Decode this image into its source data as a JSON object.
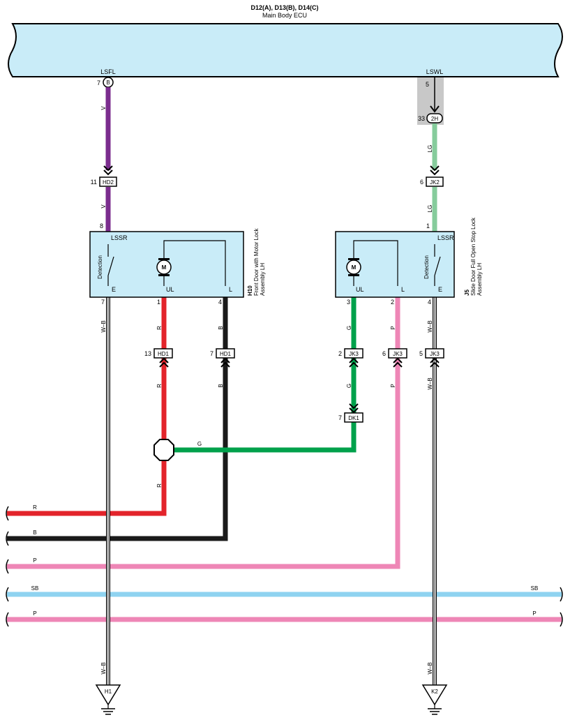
{
  "ecu": {
    "connectors": "D12(A), D13(B), D14(C)",
    "name": "Main Body ECU",
    "pin_left_label": "LSFL",
    "pin_left_num": "7",
    "pin_left_conn": "B",
    "pin_right_label": "LSWL",
    "pin_right_num": "5",
    "pin_right_jc_num": "33",
    "pin_right_jc": "2H",
    "background_color": "#c9ecf8"
  },
  "front_door": {
    "code": "H10",
    "name_line1": "Front Door with Motor Lock",
    "name_line2": "Assembly LH",
    "top_pin": "8",
    "top_pin_label": "LSSR",
    "switch_label": "Detection",
    "motor_label": "M",
    "term_e": "E",
    "term_ul": "UL",
    "term_l": "L",
    "pin_e": "7",
    "pin_ul": "1",
    "pin_l": "4"
  },
  "slide_door": {
    "code": "J5",
    "name_line1": "Slide Door Full Open Stop Lock",
    "name_line2": "Assembly LH",
    "top_pin": "1",
    "top_pin_label": "LSSR",
    "switch_label": "Detection",
    "motor_label": "M",
    "term_ul": "UL",
    "term_l": "L",
    "term_e": "E",
    "pin_ul": "3",
    "pin_l": "2",
    "pin_e": "4"
  },
  "connectors": {
    "hd2_num": "11",
    "hd2": "HD2",
    "jk2_num": "6",
    "jk2": "JK2",
    "hd1a_num": "13",
    "hd1a": "HD1",
    "hd1b_num": "7",
    "hd1b": "HD1",
    "jk3a_num": "2",
    "jk3a": "JK3",
    "jk3b_num": "6",
    "jk3b": "JK3",
    "jk3c_num": "5",
    "jk3c": "JK3",
    "dk1_num": "7",
    "dk1": "DK1"
  },
  "wire_labels": {
    "v": "V",
    "lg": "LG",
    "r": "R",
    "b": "B",
    "g": "G",
    "p": "P",
    "wb": "W–B",
    "sb": "SB"
  },
  "grounds": {
    "left": "H1",
    "right": "K2"
  },
  "colors": {
    "violet": "#7b2d8e",
    "light_green": "#86cc9c",
    "red": "#e3242b",
    "black": "#1a1a1a",
    "green": "#00a14b",
    "pink": "#ee86b6",
    "sky_blue": "#8fd3f0",
    "component_fill": "#c9ecf8",
    "jc_shade": "#c8c8c8"
  }
}
